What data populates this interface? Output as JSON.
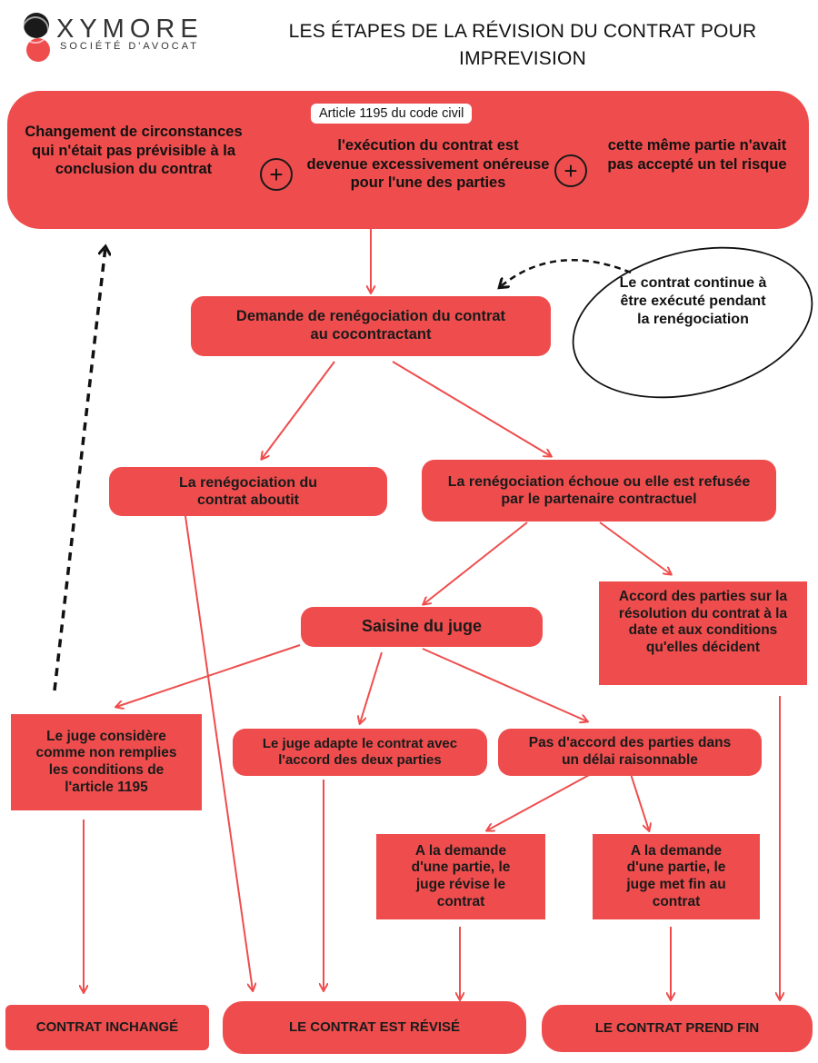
{
  "logo": {
    "wordmark": "XYMORE",
    "subtitle": "SOCIÉTÉ D'AVOCAT"
  },
  "title": "LES ÉTAPES DE LA RÉVISION DU CONTRAT POUR IMPREVISION",
  "article": {
    "label": "Article 1195 du code civil",
    "condition_1": "Changement  de circonstances qui n'était pas prévisible à la conclusion du contrat",
    "condition_2": "l'exécution du contrat est devenue excessivement onéreuse pour l'une des parties",
    "condition_3": "cette même partie n'avait pas accepté un tel risque",
    "plus": "+"
  },
  "note": "Le contrat continue à être exécuté pendant la renégociation",
  "steps": {
    "demande": "Demande de renégociation du contrat au cocontractant",
    "aboutit": "La renégociation du contrat aboutit",
    "echoue": "La renégociation échoue ou elle est refusée par le partenaire contractuel",
    "saisine": "Saisine du juge",
    "accord_prefix": "Accord des parties sur la ",
    "accord_bold": "résolution du contrat",
    "accord_suffix": " à la date et aux conditions qu'elles décident",
    "juge_considere": "Le juge considère comme non remplies les conditions de l'article 1195",
    "juge_adapte": "Le juge adapte le contrat avec l'accord des deux parties",
    "pas_accord": "Pas d'accord des parties dans un délai raisonnable",
    "revise": "A la demande d'une partie, le juge révise le contrat",
    "met_fin": "A la demande d'une partie, le juge met fin au contrat"
  },
  "outcomes": {
    "inchange": "CONTRAT  INCHANGÉ",
    "revise": "LE CONTRAT EST RÉVISÉ",
    "fin": "LE CONTRAT PREND FIN"
  },
  "colors": {
    "accent": "#ef4d4d",
    "ink": "#1a1a1a"
  }
}
